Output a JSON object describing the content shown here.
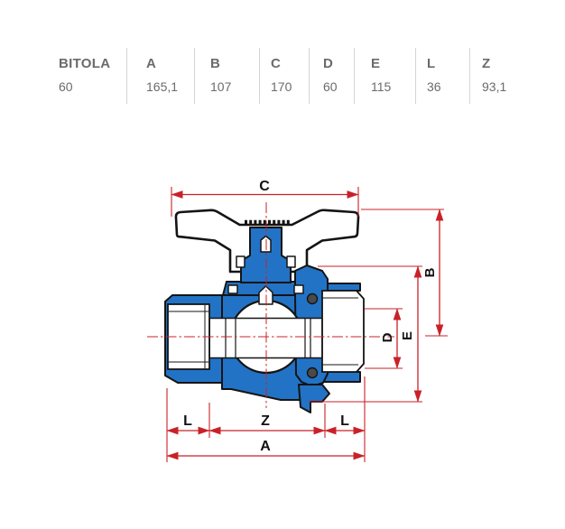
{
  "table": {
    "columns": [
      {
        "header": "BITOLA",
        "value": "60"
      },
      {
        "header": "A",
        "value": "165,1"
      },
      {
        "header": "B",
        "value": "107"
      },
      {
        "header": "C",
        "value": "170"
      },
      {
        "header": "D",
        "value": "60"
      },
      {
        "header": "E",
        "value": "115"
      },
      {
        "header": "L",
        "value": "36"
      },
      {
        "header": "Z",
        "value": "93,1"
      }
    ]
  },
  "drawing": {
    "type": "ball-valve-cross-section",
    "labels": {
      "c": "C",
      "b": "B",
      "d": "D",
      "e": "E",
      "l_left": "L",
      "z": "Z",
      "l_right": "L",
      "a": "A"
    },
    "colors": {
      "body_blue": "#2273c6",
      "dimension_red": "#c92128",
      "outline_black": "#141414",
      "table_text_gray": "#6b6b6b"
    }
  }
}
